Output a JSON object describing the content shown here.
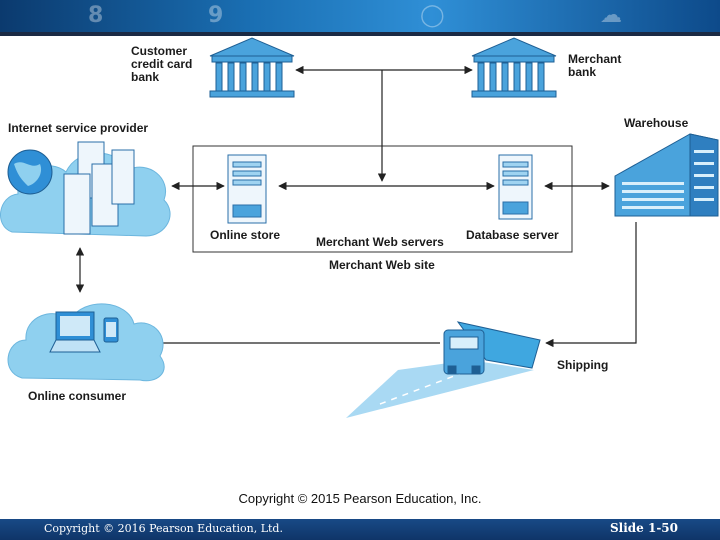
{
  "nodes": {
    "customer_bank": "Customer\ncredit card\nbank",
    "merchant_bank": "Merchant\nbank",
    "isp": "Internet service provider",
    "warehouse": "Warehouse",
    "online_store": "Online store",
    "merchant_web_servers": "Merchant Web servers",
    "database_server": "Database server",
    "merchant_web_site": "Merchant Web site",
    "online_consumer": "Online consumer",
    "shipping": "Shipping"
  },
  "copyright_pe": "Copyright © 2015 Pearson Education, Inc.",
  "footer": {
    "copyright": "Copyright © 2016 Pearson Education, Ltd.",
    "slide": "Slide 1-50"
  },
  "colors": {
    "banner": "#1a6fb3",
    "footer": "#184a86",
    "cloud": "#8fd0ef",
    "building": "#4aa3dc",
    "truck": "#3fa7e0",
    "road": "#a9d9f3"
  },
  "icons": [
    "bank-building-icon",
    "server-icon",
    "cloud-icon",
    "laptop-icon",
    "phone-icon",
    "globe-icon",
    "warehouse-icon",
    "truck-icon",
    "road-icon"
  ]
}
